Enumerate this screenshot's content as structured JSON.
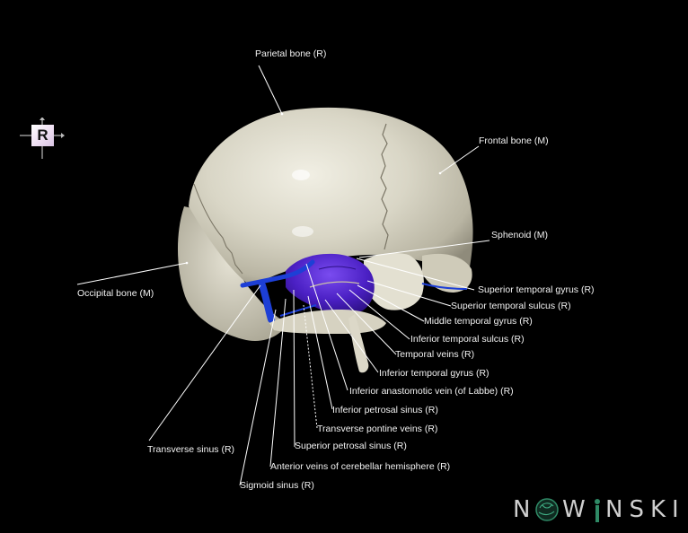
{
  "orientation": {
    "letter": "R",
    "indicator": "orientation-cube-icon"
  },
  "logo": {
    "text_before": "N",
    "text_after": "W",
    "text_i": "I",
    "text_tail": "NSKI",
    "full": "NOWINSKI",
    "brain_icon": "brain-globe-icon",
    "accent": "#1f6b52"
  },
  "colors": {
    "background": "#000000",
    "bone": "#d8d4c4",
    "brain_purple": "#4a1fbf",
    "vein_blue": "#1a3fd0",
    "label_text": "#f2f2f2",
    "leader_line": "#ffffff"
  },
  "labels": [
    {
      "id": "parietal",
      "text": "Parietal bone (R)"
    },
    {
      "id": "frontal",
      "text": "Frontal bone (M)"
    },
    {
      "id": "sphenoid",
      "text": "Sphenoid (M)"
    },
    {
      "id": "occipital",
      "text": "Occipital bone (M)"
    },
    {
      "id": "stg",
      "text": "Superior temporal gyrus (R)"
    },
    {
      "id": "sts",
      "text": "Superior temporal sulcus (R)"
    },
    {
      "id": "mtg",
      "text": "Middle temporal gyrus (R)"
    },
    {
      "id": "its",
      "text": "Inferior temporal sulcus (R)"
    },
    {
      "id": "tv",
      "text": "Temporal veins (R)"
    },
    {
      "id": "itg",
      "text": "Inferior temporal gyrus (R)"
    },
    {
      "id": "labbe",
      "text": "Inferior anastomotic vein (of Labbe) (R)"
    },
    {
      "id": "ips",
      "text": "Inferior petrosal sinus (R)"
    },
    {
      "id": "tpv",
      "text": "Transverse pontine veins (R)"
    },
    {
      "id": "sps",
      "text": "Superior petrosal sinus (R)"
    },
    {
      "id": "avch",
      "text": "Anterior veins of cerebellar hemisphere (R)"
    },
    {
      "id": "ts",
      "text": "Transverse sinus (R)"
    },
    {
      "id": "ss",
      "text": "Sigmoid sinus (R)"
    }
  ]
}
